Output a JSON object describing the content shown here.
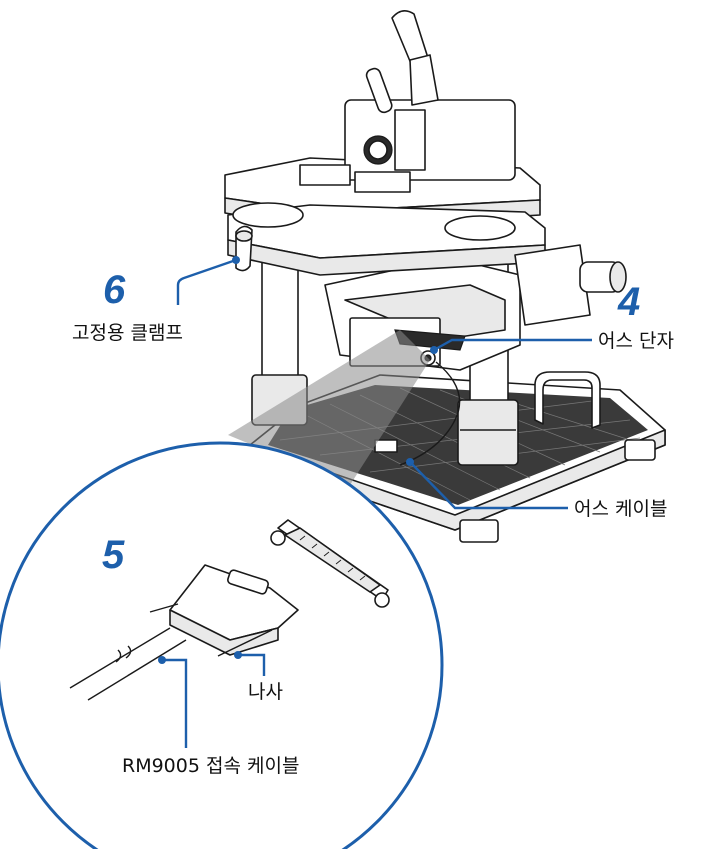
{
  "callouts": {
    "step6": {
      "number": "6",
      "label": "고정용 클램프"
    },
    "step4": {
      "number": "4",
      "label": "어스 단자"
    },
    "ground_cable": {
      "label": "어스 케이블"
    },
    "step5": {
      "number": "5"
    },
    "screw": {
      "label": "나사"
    },
    "connection_cable": {
      "label": "RM9005 접속 케이블"
    }
  },
  "colors": {
    "accent": "#1d5fab",
    "line": "#1a1a1a"
  }
}
